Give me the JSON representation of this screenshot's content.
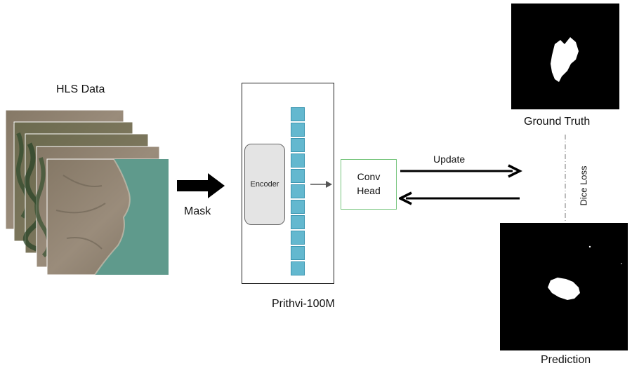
{
  "input": {
    "title": "HLS Data"
  },
  "arrow_label": "Mask",
  "model": {
    "caption": "Prithvi-100M",
    "encoder_label": "Encoder",
    "token_count": 11
  },
  "head": {
    "line1": "Conv",
    "line2": "Head"
  },
  "flow": {
    "update_label": "Update"
  },
  "outputs": {
    "ground_truth_label": "Ground Truth",
    "prediction_label": "Prediction",
    "loss_label": "Dice Loss"
  },
  "colors": {
    "token_fill": "#63b8cf",
    "head_border": "#76c57d",
    "satellite_land": "#8d806f",
    "satellite_water": "#5f9a8c",
    "mask_background": "#000000",
    "mask_foreground": "#ffffff"
  }
}
